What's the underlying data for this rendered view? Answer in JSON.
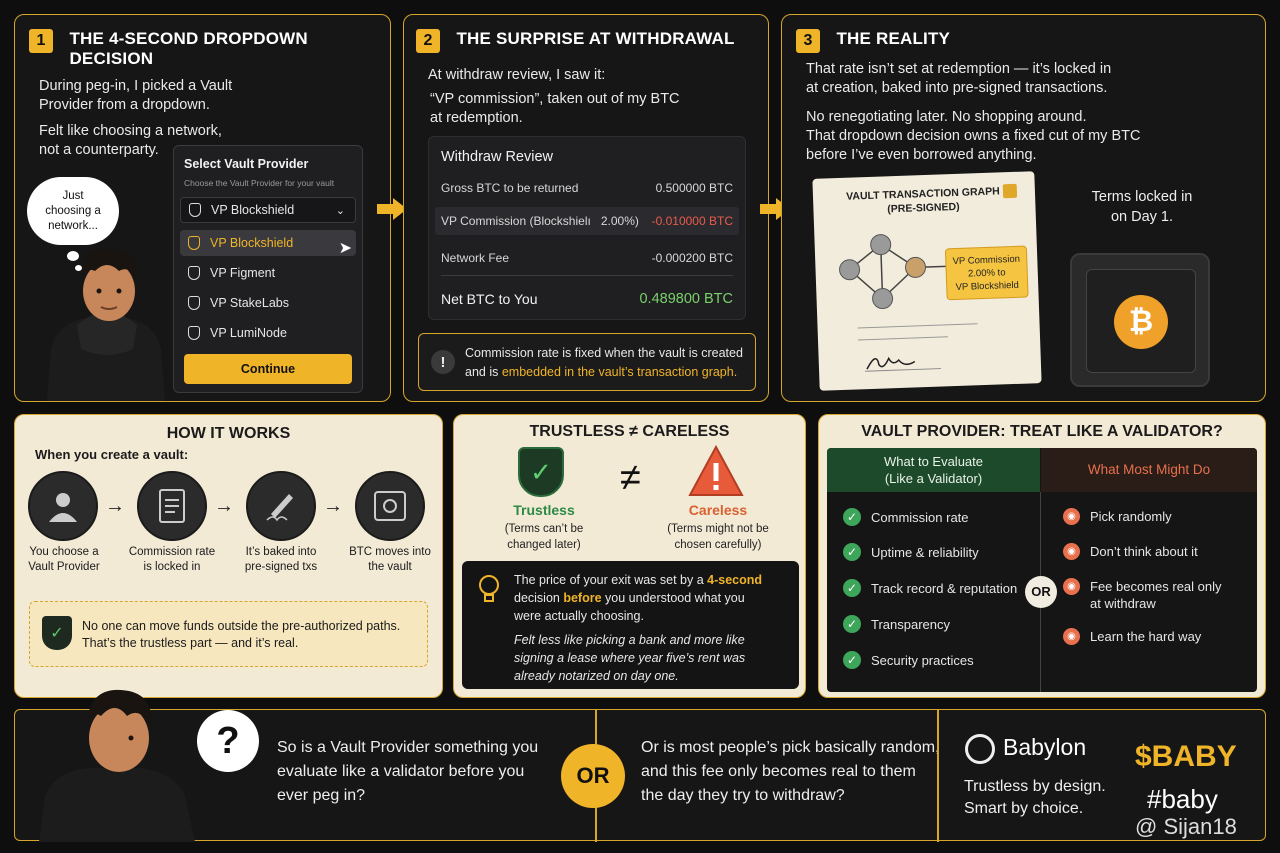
{
  "panel1": {
    "number": "1",
    "title": "THE 4-SECOND DROPDOWN\nDECISION",
    "text1": "During peg-in, I picked a Vault\nProvider from a dropdown.",
    "text2": "Felt like choosing a network,\nnot a counterparty.",
    "bubble": "Just\nchoosing a\nnetwork...",
    "dropdown": {
      "title": "Select Vault Provider",
      "subtitle": "Choose the Vault Provider for your vault",
      "selected": "VP Blockshield",
      "options": [
        "VP Blockshield",
        "VP Figment",
        "VP StakeLabs",
        "VP LumiNode"
      ],
      "button": "Continue"
    }
  },
  "panel2": {
    "number": "2",
    "title": "THE SURPRISE AT WITHDRAWAL",
    "text1": "At withdraw review, I saw it:",
    "text2": "“VP commission”, taken out of my BTC\n at redemption.",
    "review": {
      "title": "Withdraw Review",
      "rows": [
        {
          "label": "Gross BTC to be returned",
          "pct": "",
          "value": "0.500000 BTC"
        },
        {
          "label": "VP Commission (Blockshielı",
          "pct": "2.00%)",
          "value": "-0.010000 BTC"
        },
        {
          "label": "Network Fee",
          "pct": "",
          "value": "-0.000200 BTC"
        }
      ],
      "net_label": "Net BTC to You",
      "net_value": "0.489800 BTC"
    },
    "note_plain": "Commission rate is fixed when the vault is created\nand is ",
    "note_highlight": "embedded in the vault’s transaction graph."
  },
  "panel3": {
    "number": "3",
    "title": "THE REALITY",
    "text1": "That rate isn’t set at redemption — it’s locked in\nat creation, baked into pre-signed transactions.",
    "text2": "No renegotiating later. No shopping around.\nThat dropdown decision owns a fixed cut of my BTC\nbefore I’ve even borrowed anything.",
    "doc_title": "VAULT TRANSACTION GRAPH\n(PRE-SIGNED)",
    "doc_tag": "VP Commission\n2.00% to\nVP Blockshield",
    "terms": "Terms locked in\non Day 1."
  },
  "how": {
    "title": "HOW IT WORKS",
    "subtitle": "When you create a vault:",
    "steps": [
      "You choose a\nVault Provider",
      "Commission rate\nis locked in",
      "It’s baked into\npre-signed txs",
      "BTC moves into\nthe vault"
    ],
    "note": "No one can move funds outside the pre-authorized paths.\nThat’s the trustless part — and it’s real."
  },
  "trust": {
    "title": "TRUSTLESS ≠ CARELESS",
    "left_label": "Trustless",
    "left_sub": "(Terms can’t be\nchanged later)",
    "neq": "≠",
    "right_label": "Careless",
    "right_sub": "(Terms might not be\nchosen carefully)",
    "q1a": "The price of your exit was set by a ",
    "q1b": "4-second",
    "q1c": "\ndecision ",
    "q1d": "before",
    "q1e": " you understood what you\nwere actually choosing.",
    "q2": "Felt less like picking a bank and more like\nsigning a lease where year five’s rent was\nalready notarized on day one."
  },
  "validator": {
    "title": "VAULT PROVIDER: TREAT LIKE A VALIDATOR?",
    "left_head": "What to Evaluate\n(Like a Validator)",
    "right_head": "What Most Might Do",
    "left_items": [
      "Commission rate",
      "Uptime & reliability",
      "Track record & reputation",
      "Transparency",
      "Security practices"
    ],
    "right_items": [
      "Pick randomly",
      "Don’t think about it",
      "Fee becomes real only\nat withdraw",
      "Learn the hard way"
    ],
    "or": "OR"
  },
  "bottom": {
    "q_mark": "?",
    "left_text": "So is a Vault Provider something you\nevaluate like a validator before you\never peg in?",
    "or": "OR",
    "right_text": "Or is most people’s pick basically random,\nand this fee only becomes real to them\nthe day they try to withdraw?",
    "brand": "Babylon",
    "tagline": "Trustless by design.\nSmart by choice.",
    "ticker": "$BABY",
    "hashtag": "#baby",
    "watermark": "@ Sijan18"
  },
  "colors": {
    "accent": "#f0b429",
    "green": "#3ea65a",
    "red": "#e8704d",
    "net_green": "#7bd16b"
  }
}
